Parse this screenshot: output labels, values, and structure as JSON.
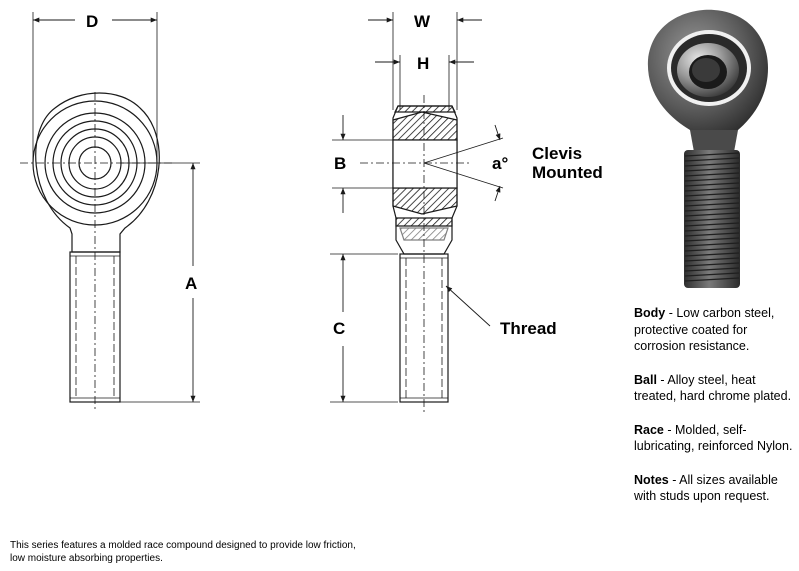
{
  "dimensions": {
    "D": "D",
    "W": "W",
    "H": "H",
    "A": "A",
    "B": "B",
    "C": "C",
    "angle": "a°"
  },
  "callouts": {
    "clevis_line1": "Clevis",
    "clevis_line2": "Mounted",
    "thread": "Thread"
  },
  "specs": [
    {
      "term": "Body",
      "text": " - Low carbon steel, protective coated for corrosion resistance."
    },
    {
      "term": "Ball",
      "text": " - Alloy steel, heat treated, hard chrome plated."
    },
    {
      "term": "Race",
      "text": " - Molded, self-lubricating, reinforced Nylon."
    },
    {
      "term": "Notes",
      "text": " - All sizes available with studs upon request."
    }
  ],
  "footnote": "This series features a molded race compound designed to provide low friction, low moisture absorbing properties.",
  "colors": {
    "line": "#1a1a1a",
    "photo_metal": "#6b6b6b",
    "photo_highlight": "#c8c8c8"
  }
}
